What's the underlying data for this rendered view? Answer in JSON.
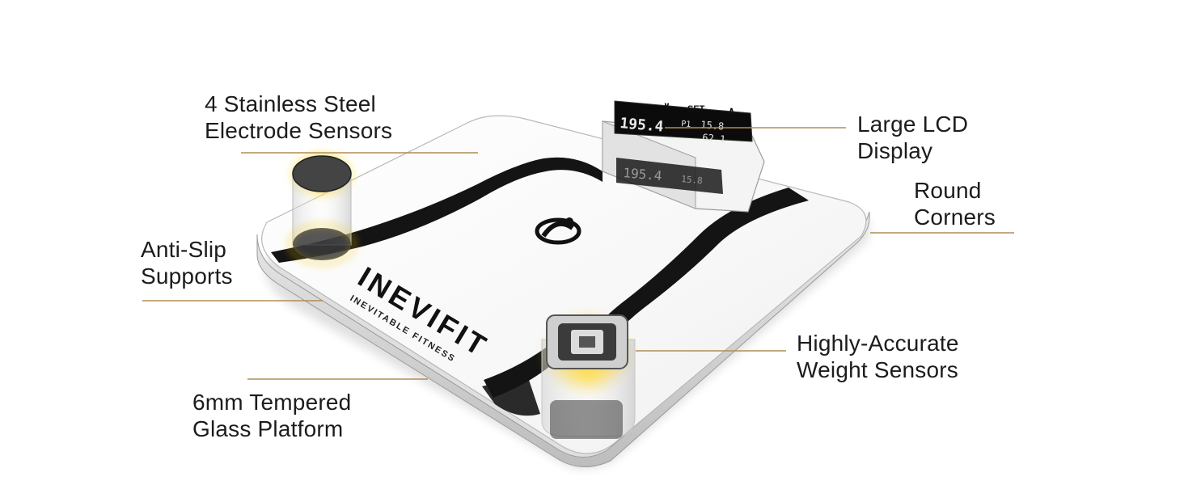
{
  "colors": {
    "leader_line": "#b08d57",
    "glow": "#f2c200",
    "text": "#1c1c1c",
    "stripe": "#141414",
    "platform": "#fafafa",
    "lcd": "#0b0b0b",
    "lcd_text": "#e8e8e8"
  },
  "brand": {
    "name": "INEVIFIT",
    "tagline": "INEVITABLE FITNESS",
    "logo": "runner-logo-icon"
  },
  "display": {
    "buttons": [
      "∨",
      "SET",
      "∧"
    ],
    "weight": "195.4",
    "readings": [
      "P1",
      "15.8",
      "62.1"
    ]
  },
  "callouts": {
    "electrodes": {
      "line1": "4 Stainless Steel",
      "line2": "Electrode Sensors"
    },
    "lcd": {
      "line1": "Large LCD",
      "line2": "Display"
    },
    "corners": {
      "line1": "Round",
      "line2": "Corners"
    },
    "supports": {
      "line1": "Anti-Slip",
      "line2": "Supports"
    },
    "weight_sensors": {
      "line1": "Highly-Accurate",
      "line2": "Weight Sensors"
    },
    "glass": {
      "line1": "6mm Tempered",
      "line2": "Glass Platform"
    }
  }
}
